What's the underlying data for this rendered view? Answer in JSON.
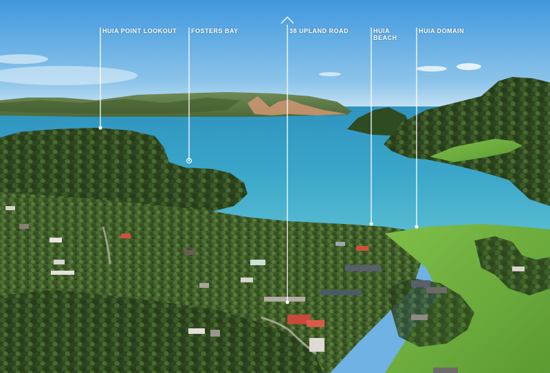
{
  "annotations": [
    {
      "label": "HUIA POINT LOOKOUT",
      "icon": "pin-dot-icon"
    },
    {
      "label": "FOSTERS BAY",
      "icon": "pin-ring-icon"
    },
    {
      "label": "38 UPLAND ROAD",
      "icon": "house-roof-icon"
    },
    {
      "label": "HUIA\nBEACH",
      "icon": "pin-dot-icon"
    },
    {
      "label": "HUIA DOMAIN",
      "icon": "pin-dot-icon"
    }
  ],
  "colors": {
    "sky_top": "#4a9ee0",
    "sky_bottom": "#cfe6f5",
    "water": "#3ba6c8",
    "water_deep": "#2b8fb8",
    "forest_dark": "#2f4a22",
    "forest_mid": "#46652e",
    "pasture": "#6fae3e",
    "cliff": "#c9946a",
    "annotation_line": "#ffffff"
  }
}
